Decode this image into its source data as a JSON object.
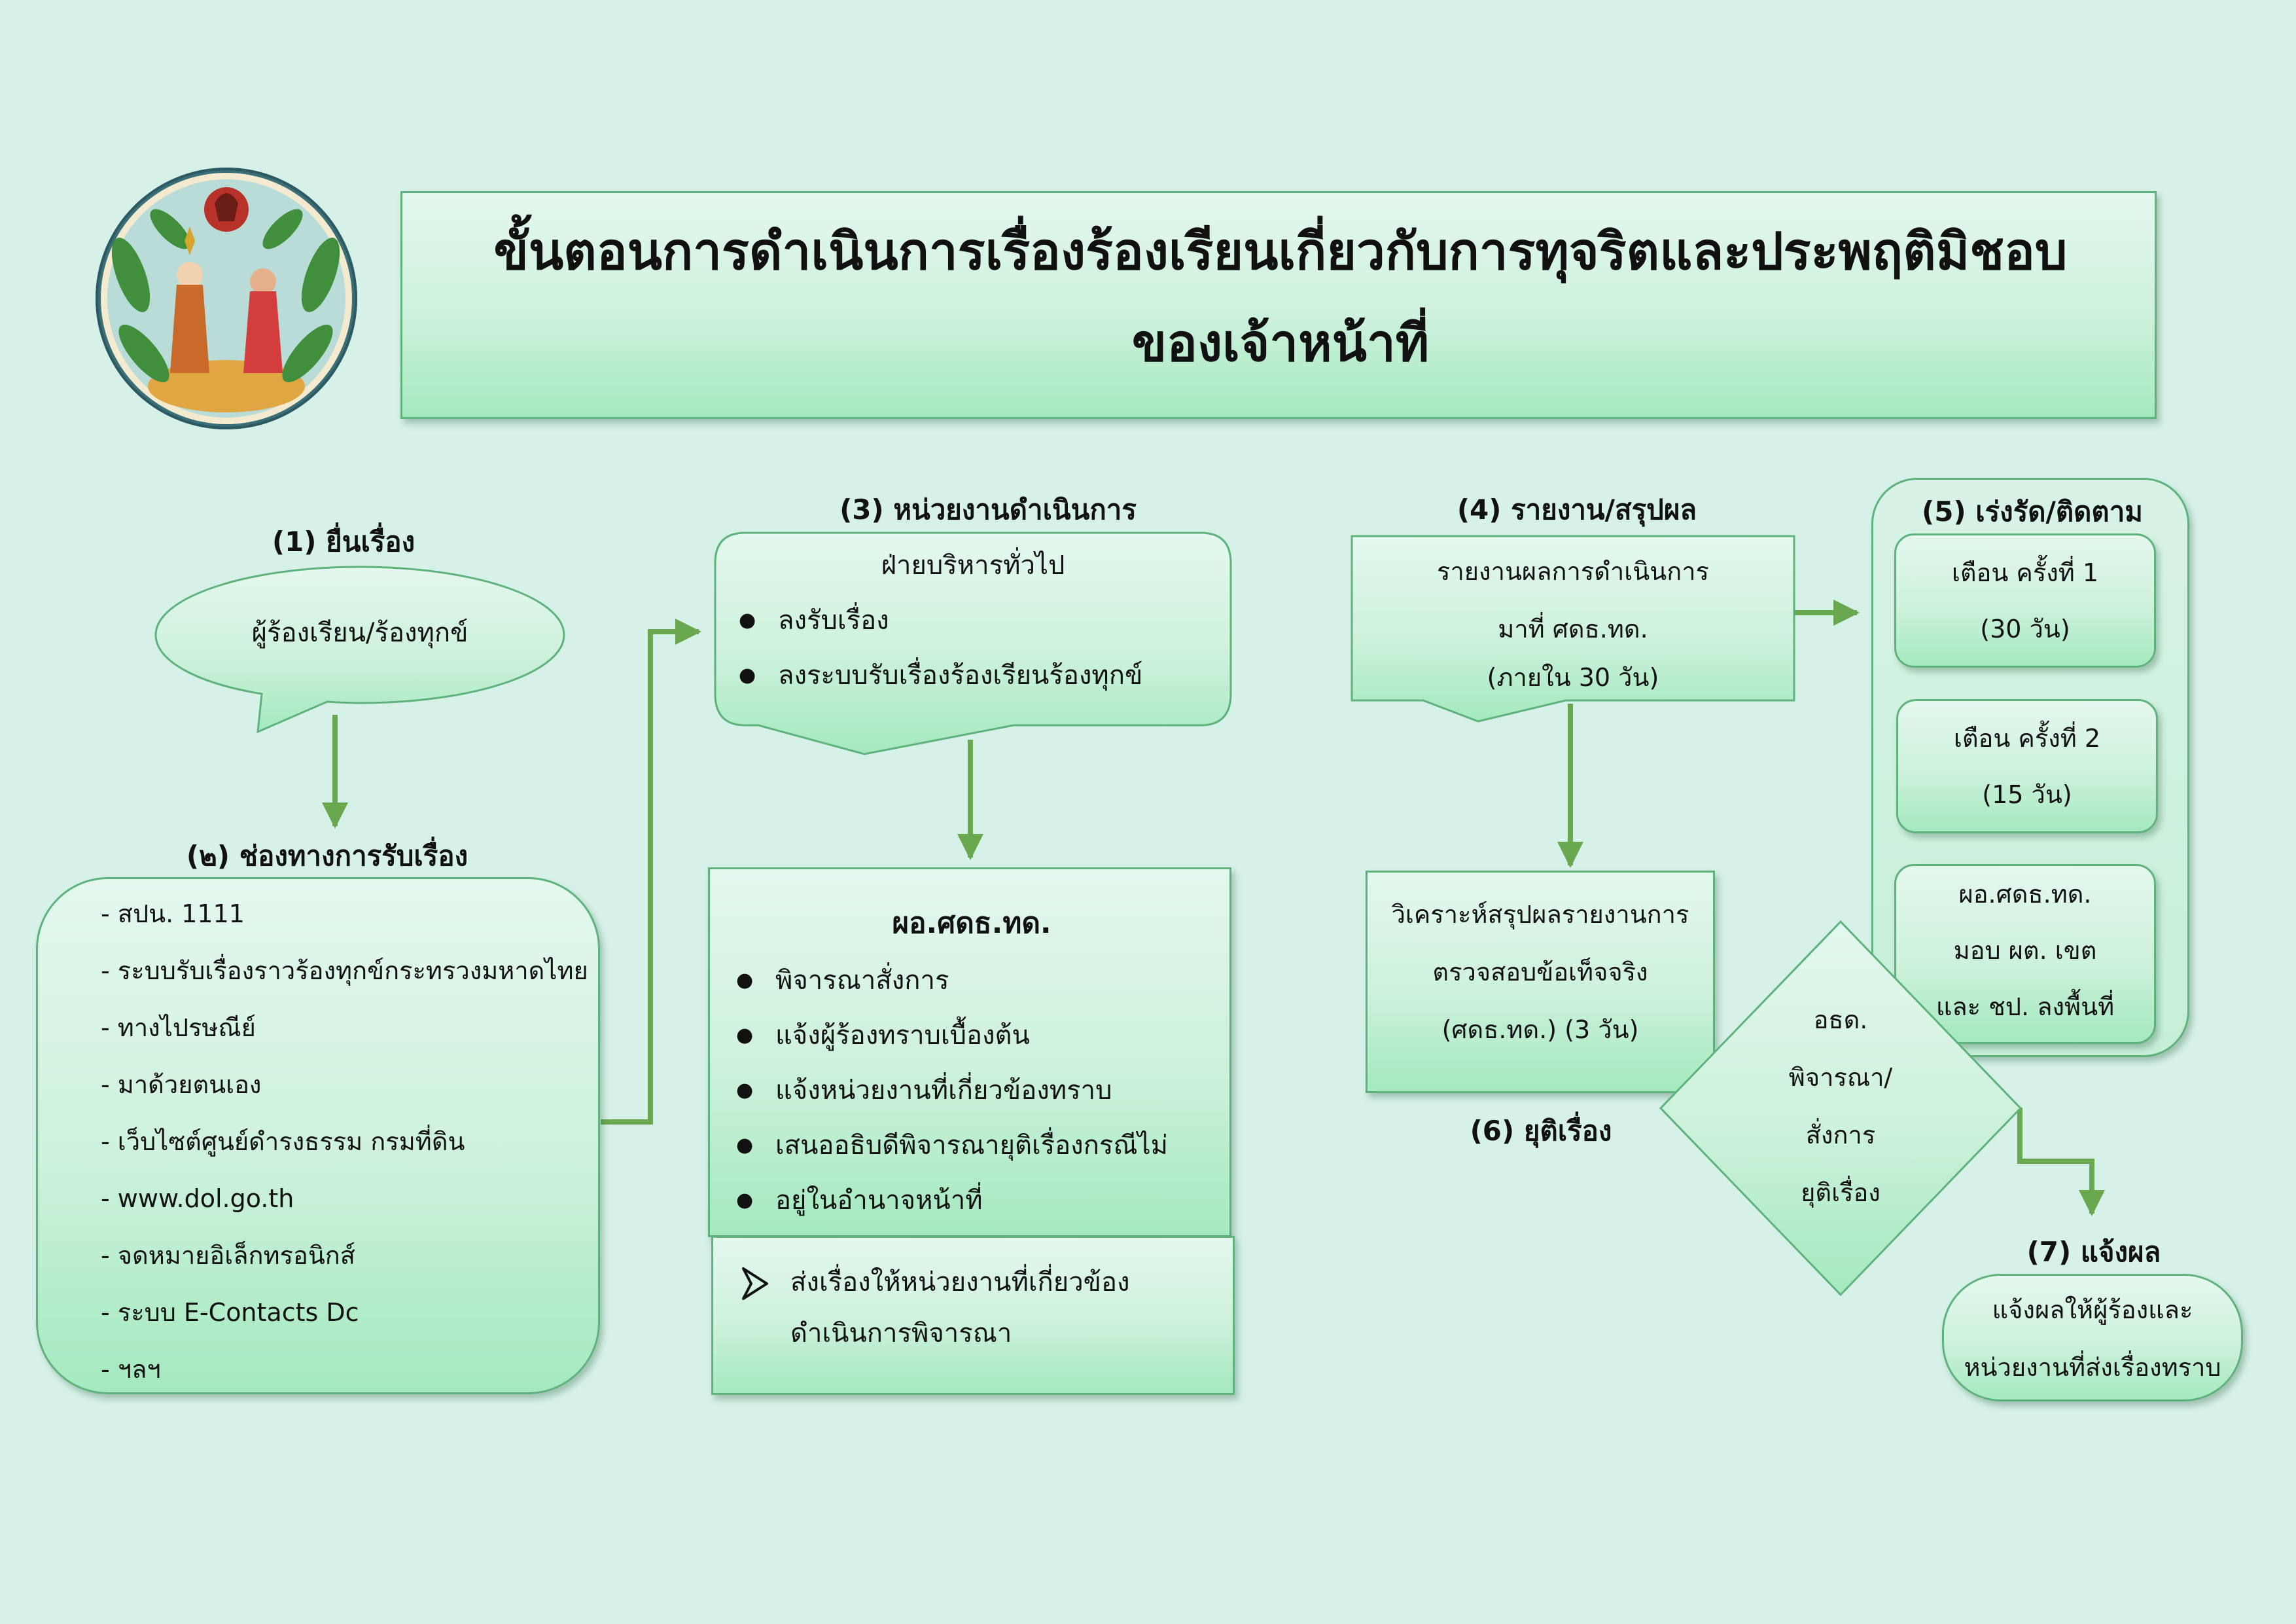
{
  "title": {
    "line1": "ขั้นตอนการดำเนินการเรื่องร้องเรียนเกี่ยวกับการทุจริตและประพฤติมิชอบ",
    "line2": "ของเจ้าหน้าที่"
  },
  "step1": {
    "label": "(1) ยื่นเรื่อง",
    "bubble": "ผู้ร้องเรียน/ร้องทุกข์"
  },
  "step2": {
    "label": "(๒) ช่องทางการรับเรื่อง",
    "items": [
      "- สปน. 1111",
      "- ระบบรับเรื่องราวร้องทุกข์กระทรวงมหาดไทย",
      "- ทางไปรษณีย์",
      "- มาด้วยตนเอง",
      "- เว็บไซต์ศูนย์ดำรงธรรม กรมที่ดิน",
      "- www.dol.go.th",
      "- จดหมายอิเล็กทรอนิกส์",
      "- ระบบ E-Contacts Dc",
      "- ฯลฯ"
    ]
  },
  "step3": {
    "label": "(3) หน่วยงานดำเนินการ",
    "unit_title": "ฝ่ายบริหารทั่วไป",
    "unit_items": [
      "ลงรับเรื่อง",
      "ลงระบบรับเรื่องร้องเรียนร้องทุกข์"
    ],
    "director_title": "ผอ.ศดธ.ทด.",
    "director_items": [
      "พิจารณาสั่งการ",
      "แจ้งผู้ร้องทราบเบื้องต้น",
      "แจ้งหน่วยงานที่เกี่ยวข้องทราบ",
      "เสนออธิบดีพิจารณายุติเรื่องกรณีไม่",
      "อยู่ในอำนาจหน้าที่"
    ],
    "forward_line1": "ส่งเรื่องให้หน่วยงานที่เกี่ยวข้อง",
    "forward_line2": "ดำเนินการพิจารณา"
  },
  "step4": {
    "label": "(4) รายงาน/สรุปผล",
    "lines": [
      "รายงานผลการดำเนินการ",
      "มาที่ ศดธ.ทด.",
      "(ภายใน 30 วัน)"
    ]
  },
  "step5": {
    "label": "(5) เร่งรัด/ติดตาม",
    "box1": [
      "เตือน ครั้งที่ 1",
      "(30 วัน)"
    ],
    "box2": [
      "เตือน ครั้งที่ 2",
      "(15 วัน)"
    ],
    "box3": [
      "ผอ.ศดธ.ทด.",
      "มอบ ผต. เขต",
      "และ ชป. ลงพื้นที่"
    ]
  },
  "step6": {
    "label": "(6) ยุติเรื่อง",
    "lines": [
      "วิเคราะห์สรุปผลรายงานการ",
      "ตรวจสอบข้อเท็จจริง",
      "(ศดธ.ทด.) (3 วัน)"
    ],
    "decision": [
      "อธด.",
      "พิจารณา/",
      "สั่งการ",
      "ยุติเรื่อง"
    ]
  },
  "step7": {
    "label": "(7) แจ้งผล",
    "lines": [
      "แจ้งผลให้ผู้ร้องและ",
      "หน่วยงานที่ส่งเรื่องทราบ"
    ]
  },
  "colors": {
    "arrow": "#6aa84f",
    "border": "#5fb27c",
    "background": "#d6f1e8"
  },
  "icons": {
    "seal": "department-of-lands-seal",
    "bullet": "black-circle",
    "forward": "arrowhead-bullet"
  }
}
